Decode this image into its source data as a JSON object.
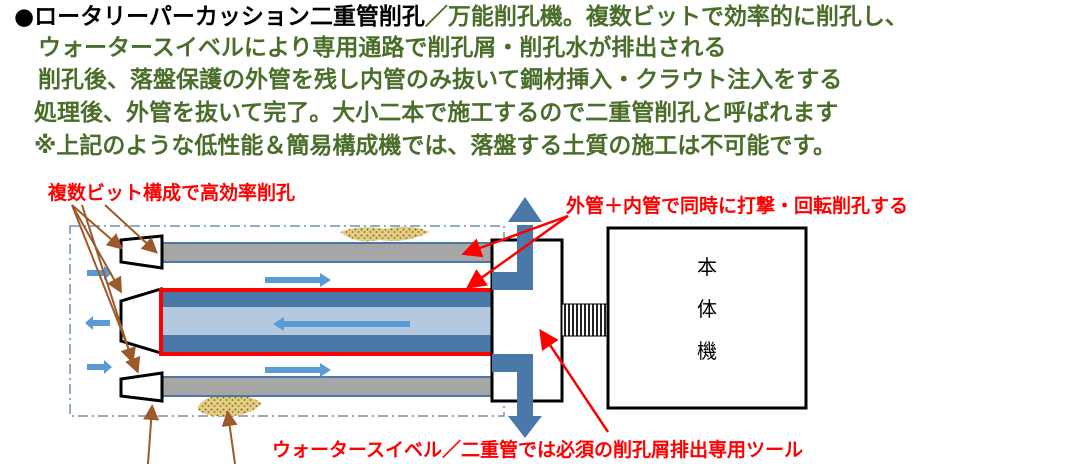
{
  "intro": {
    "line1_bullet": "●ロータリーパーカッション二重管削孔",
    "line1_rest": "／万能削孔機。複数ビットで効率的に削孔し、",
    "line2": "ウォータースイベルにより専用通路で削孔屑・削孔水が排出される",
    "line3": "削孔後、落盤保護の外管を残し内管のみ抜いて鋼材挿入・クラウト注入をする",
    "line4": "処理後、外管を抜いて完了。大小二本で施工するので二重管削孔と呼ばれます",
    "line5": "※上記のような低性能＆簡易構成機では、落盤する土質の施工は不可能です。"
  },
  "diagram": {
    "label_bits": "複数ビット構成で高効率削孔",
    "label_pipes": "外管＋内管で同時に打撃・回転削孔する",
    "label_swivel": "ウォータースイベル／二重管では必須の削孔屑排出専用ツール",
    "machine_chars": [
      "本",
      "体",
      "機"
    ]
  },
  "colors": {
    "text_green": "#4a6e2a",
    "label_red": "#ff0000",
    "pipe_blue": "#4a78a8",
    "pipe_light": "#b4c8df",
    "outer_pipe_gray": "#a6a6a6",
    "arrow_blue": "#5b9bd5",
    "annotation_brown": "#9c5a2a",
    "soil": "#c9a646"
  }
}
